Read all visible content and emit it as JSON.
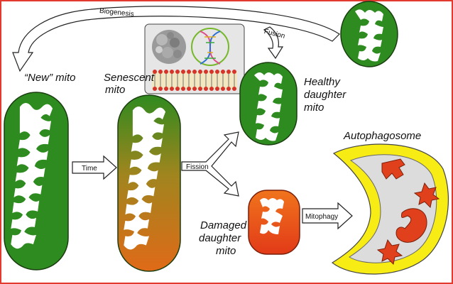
{
  "labels": {
    "biogenesis": "Biogenesis",
    "fusion": "Fusion",
    "new_mito": "“New” mito",
    "senescent_1": "Senescent",
    "senescent_2": "mito",
    "healthy_1": "Healthy",
    "healthy_2": "daughter",
    "healthy_3": "mito",
    "autophagosome": "Autophagosome",
    "time": "Time",
    "fission": "Fission",
    "damaged_1": "Damaged",
    "damaged_2": "daughter",
    "damaged_3": "mito",
    "mitophagy": "Mitophagy"
  },
  "colors": {
    "frame": "#e23a2e",
    "healthy_green": "#2e8b1f",
    "senescent_orange": "#e07a1a",
    "damaged_red": "#e0401c",
    "autophagosome_yellow": "#f7ec14",
    "membrane_gray": "#dcdcdc"
  },
  "icons": {
    "protein_complex": "protein-structure-icon",
    "dna": "dna-helix-icon",
    "lipid_membrane": "lipid-bilayer-icon"
  }
}
